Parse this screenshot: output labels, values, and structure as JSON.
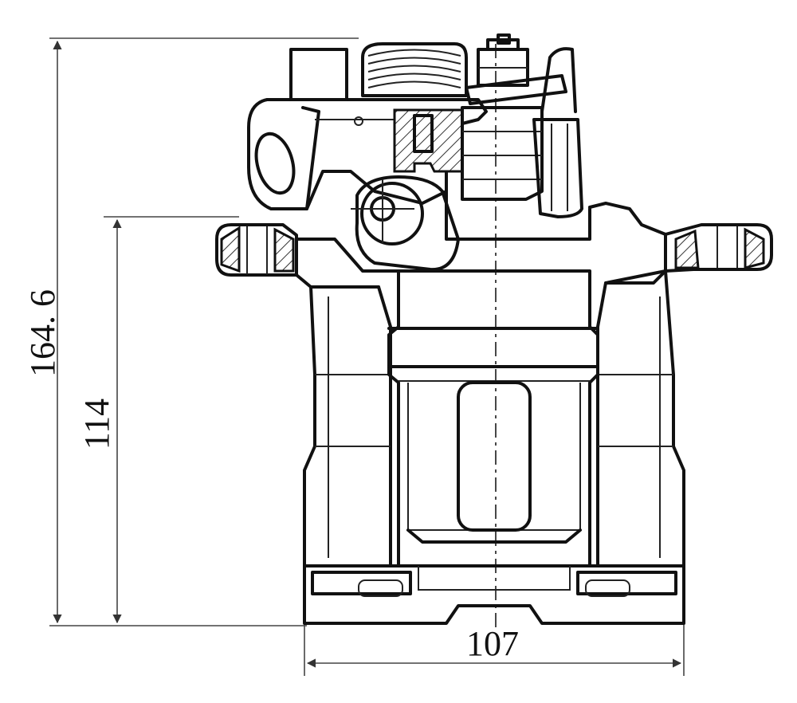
{
  "drawing": {
    "dimensions": {
      "overall_height": "164. 6",
      "mount_height": "114",
      "width": "107"
    }
  }
}
